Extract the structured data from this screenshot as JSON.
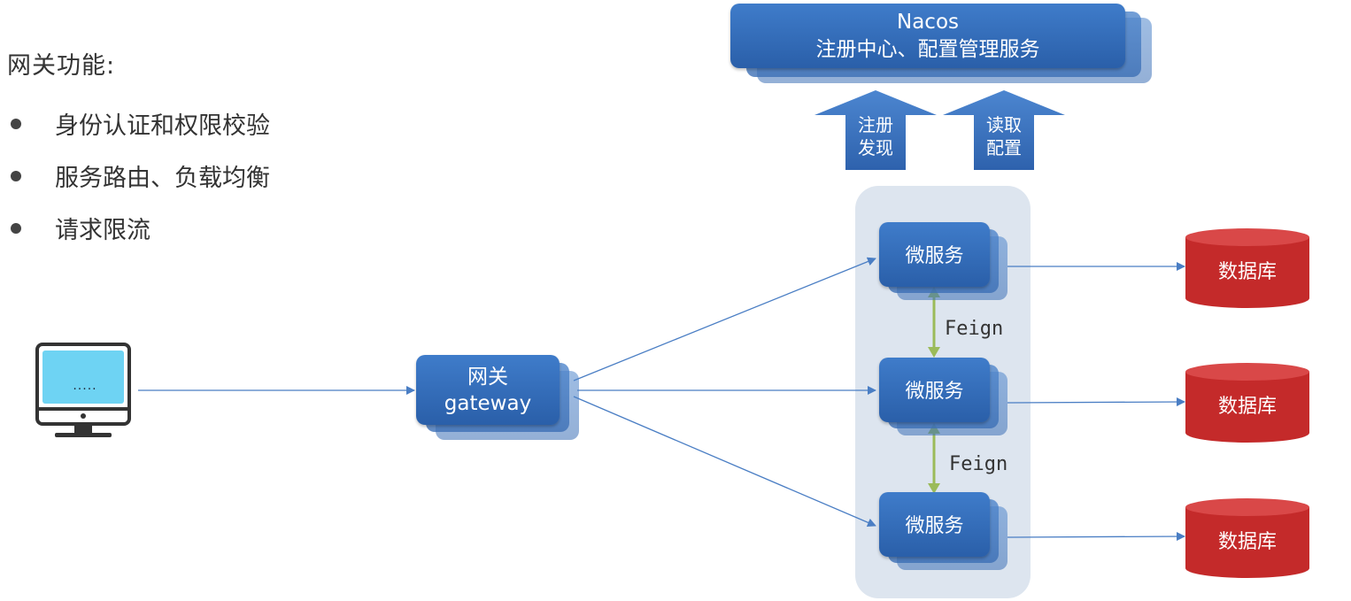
{
  "features": {
    "title": "网关功能:",
    "items": [
      "身份认证和权限校验",
      "服务路由、负载均衡",
      "请求限流"
    ]
  },
  "nacos": {
    "title": "Nacos",
    "subtitle": "注册中心、配置管理服务"
  },
  "arrows": {
    "register_line1": "注册",
    "register_line2": "发现",
    "config_line1": "读取",
    "config_line2": "配置"
  },
  "client": {
    "screen_text": "....."
  },
  "gateway": {
    "line1": "网关",
    "line2": "gateway"
  },
  "microservices": [
    "微服务",
    "微服务",
    "微服务"
  ],
  "feign_labels": [
    "Feign",
    "Feign"
  ],
  "databases": [
    "数据库",
    "数据库",
    "数据库"
  ],
  "colors": {
    "box_blue": "#3c6fb5",
    "arrow_blue": "#4a7ec4",
    "db_red": "#c42a2a",
    "feign_green": "#9bbb59",
    "cluster_bg": "#dde5ef"
  }
}
